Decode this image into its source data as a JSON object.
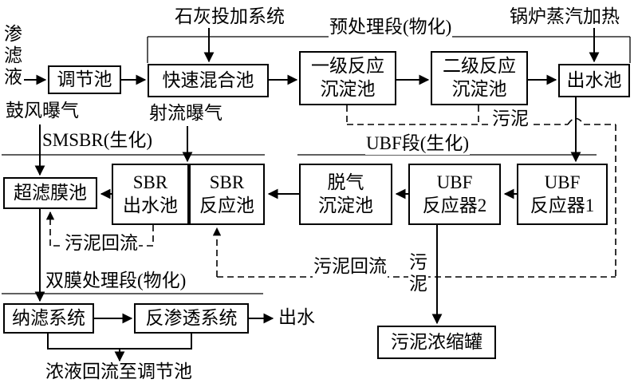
{
  "colors": {
    "ink": "#000000",
    "paper": "#ffffff"
  },
  "stages": {
    "pretreatment": "预处理段(物化)",
    "smsbr": "SMSBR(生化)",
    "ubf": "UBF段(生化)",
    "dual_membrane": "双膜处理段(物化)"
  },
  "boxes": {
    "regulation_tank": "调节池",
    "rapid_mixing_tank": "快速混合池",
    "primary_reaction_sedimentation_tank": "一级反应\n沉淀池",
    "secondary_reaction_sedimentation_tank": "二级反应\n沉淀池",
    "effluent_tank": "出水池",
    "ultrafiltration_membrane_tank": "超滤膜池",
    "sbr_effluent_tank": "SBR\n出水池",
    "sbr_reaction_tank": "SBR\n反应池",
    "degassing_sedimentation_tank": "脱气\n沉淀池",
    "ubf_reactor_2": "UBF\n反应器2",
    "ubf_reactor_1": "UBF\n反应器1",
    "nanofiltration_system": "纳滤系统",
    "reverse_osmosis_system": "反渗透系统",
    "sludge_thickening_tank": "污泥浓缩罐"
  },
  "labels": {
    "leachate": "渗\n滤\n液",
    "lime_dosing_system": "石灰投加系统",
    "boiler_steam_heating": "锅炉蒸汽加热",
    "blower_aeration": "鼓风曝气",
    "jet_aeration": "射流曝气",
    "sludge_from_sedimentation": "污泥",
    "sludge_to_thickener": "污\n泥",
    "sludge_return_smsbr": "污泥回流",
    "sludge_return_ubf": "污泥回流",
    "effluent_out": "出水",
    "concentrate_return": "浓液回流至调节池"
  }
}
